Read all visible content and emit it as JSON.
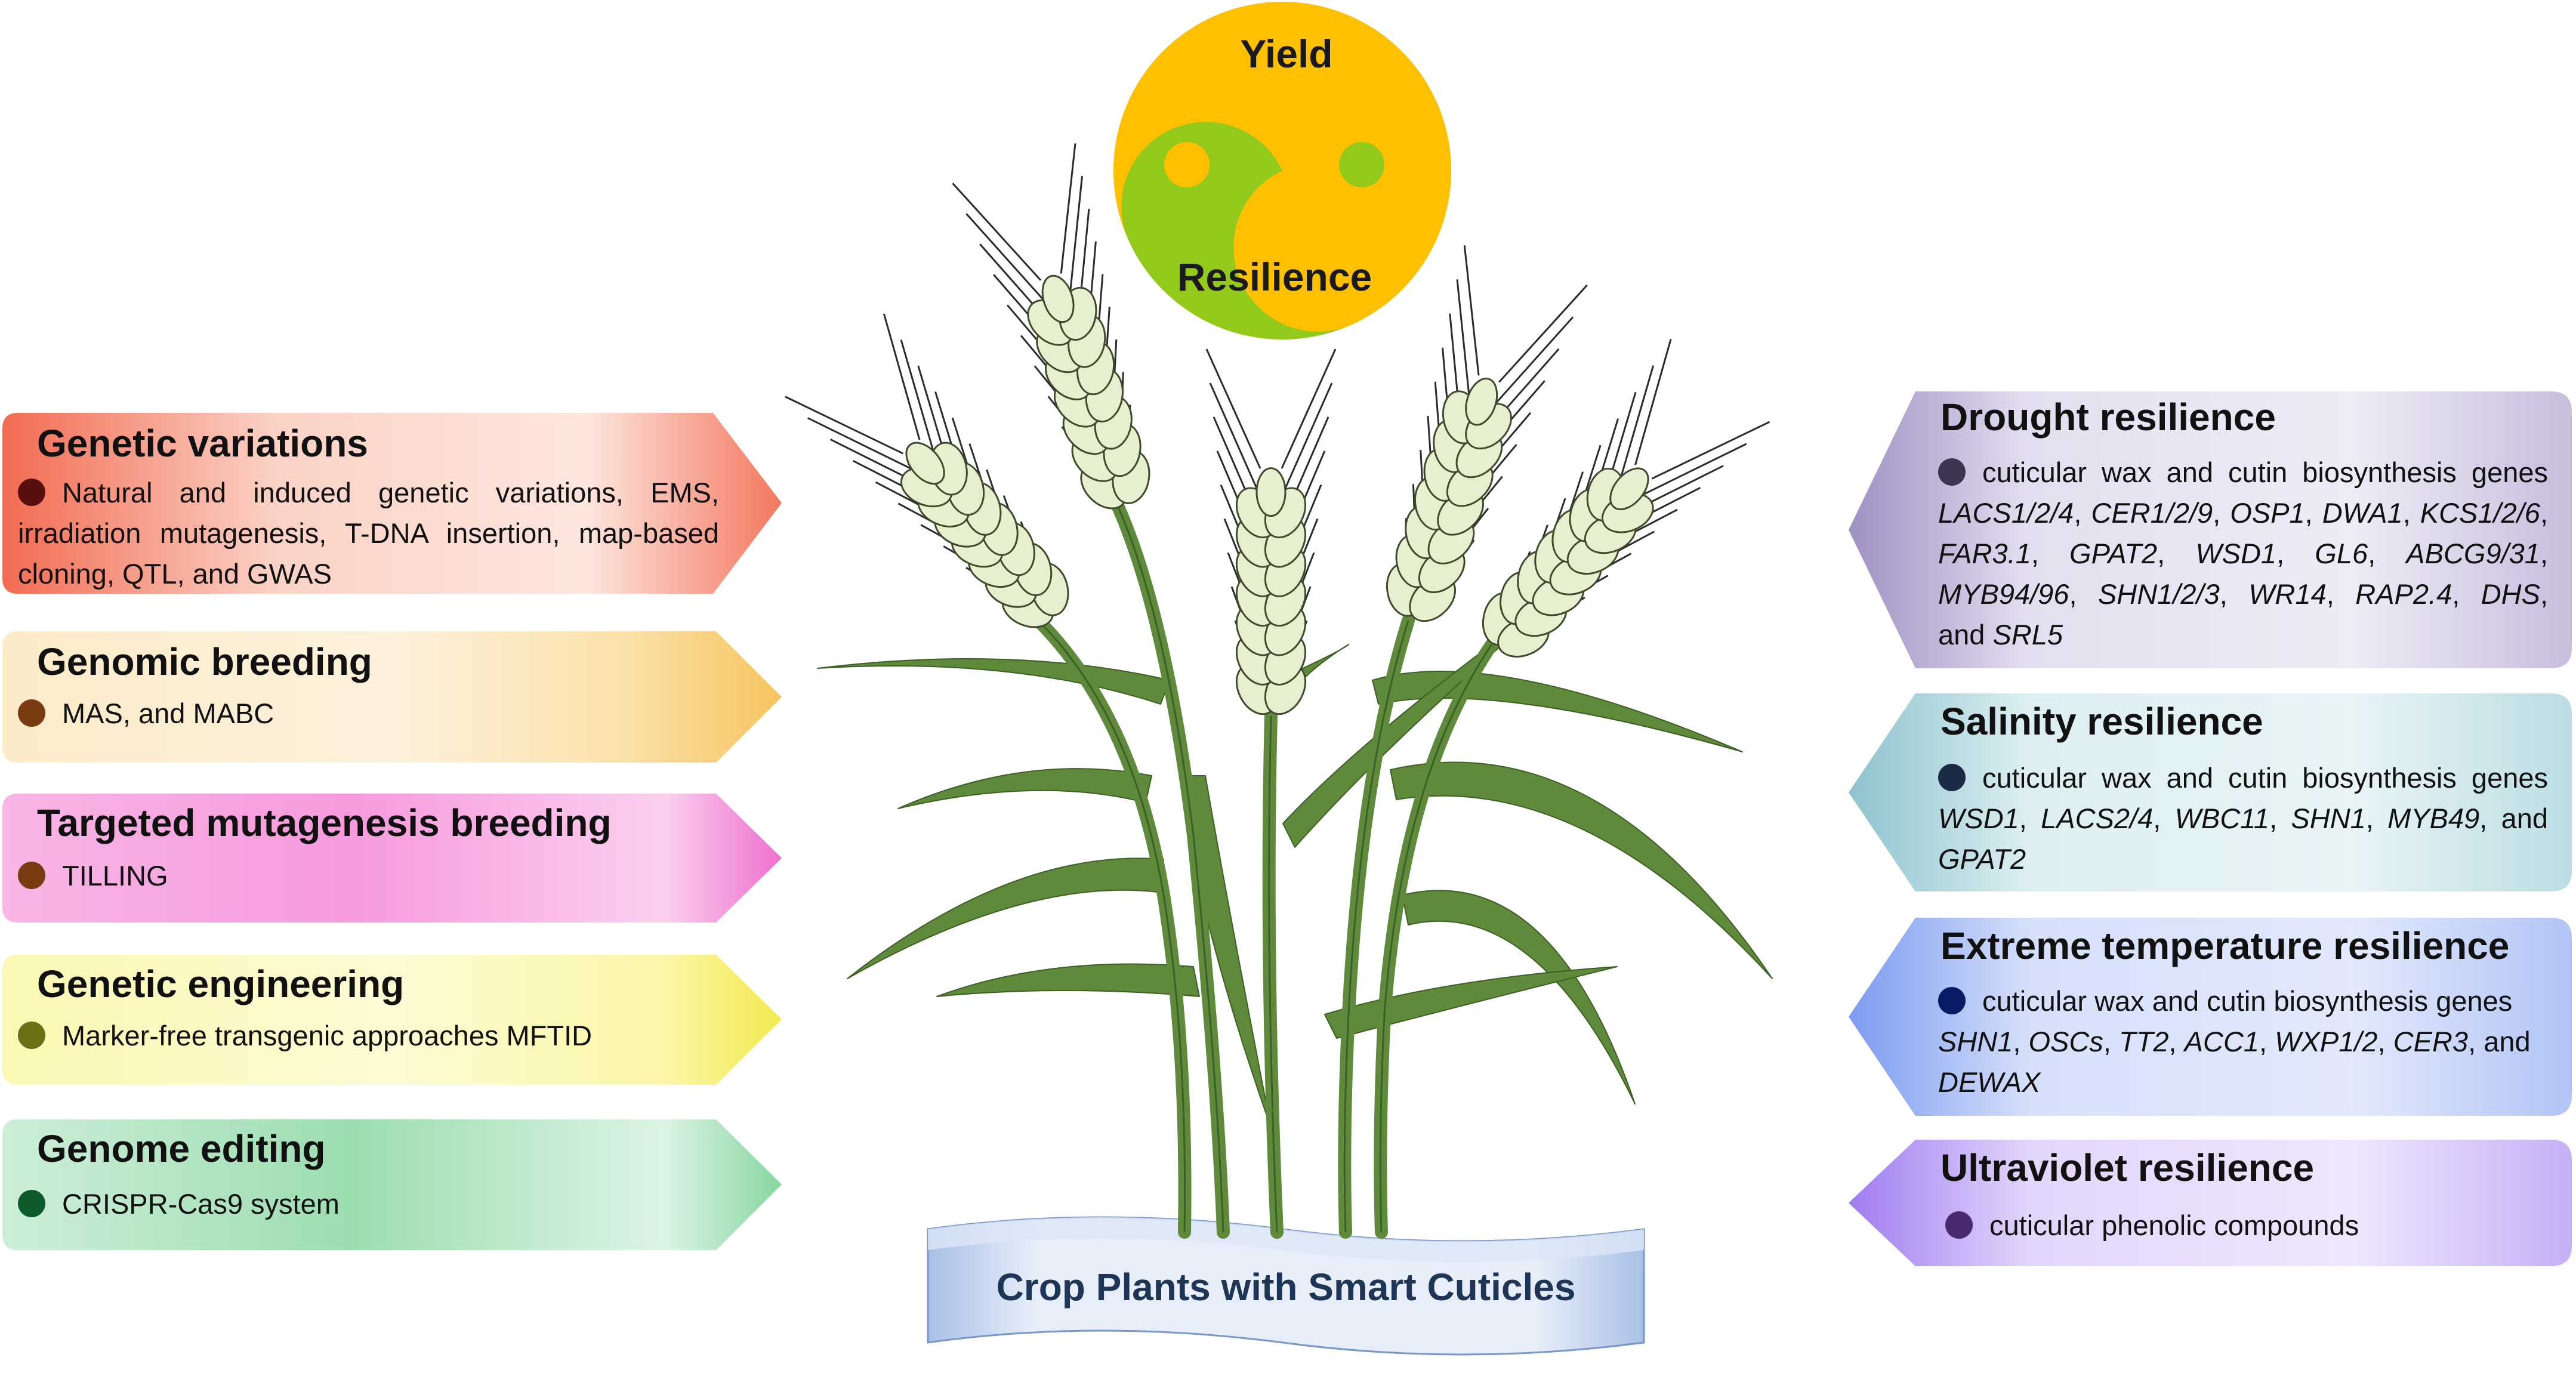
{
  "yinyang": {
    "top_label": "Yield",
    "bottom_label": "Resilience",
    "colors": {
      "yellow": "#FFC000",
      "green": "#92C91A"
    }
  },
  "base": {
    "label": "Crop Plants with Smart Cuticles"
  },
  "left_boxes": [
    {
      "title": "Genetic variations",
      "body": "Natural and induced genetic variations, EMS, irradiation mutagenesis, T-DNA insertion, map-based cloning, QTL, and GWAS",
      "dot_color": "#5A0F0F",
      "color": "#F4836B"
    },
    {
      "title": "Genomic breeding",
      "body": "MAS, and MABC",
      "dot_color": "#7A3A12",
      "color": "#F7C766"
    },
    {
      "title": "Targeted mutagenesis breeding",
      "body": "TILLING",
      "dot_color": "#7A3A12",
      "color": "#F28FD8"
    },
    {
      "title": "Genetic engineering",
      "body": "Marker-free transgenic approaches MFTID",
      "dot_color": "#6E6E14",
      "color": "#F7F07A"
    },
    {
      "title": "Genome editing",
      "body": "CRISPR-Cas9 system",
      "dot_color": "#0F5A2A",
      "color": "#7ED39A"
    }
  ],
  "right_boxes": [
    {
      "title": "Drought resilience",
      "body_segments": [
        {
          "t": "cuticular wax and cutin biosynthesis genes "
        },
        {
          "t": "LACS1/2/4",
          "i": true
        },
        {
          "t": ", "
        },
        {
          "t": "CER1/2/9",
          "i": true
        },
        {
          "t": ", "
        },
        {
          "t": "OSP1",
          "i": true
        },
        {
          "t": ", "
        },
        {
          "t": "DWA1",
          "i": true
        },
        {
          "t": ", "
        },
        {
          "t": "KCS1/2/6",
          "i": true
        },
        {
          "t": ", "
        },
        {
          "t": "FAR3.1",
          "i": true
        },
        {
          "t": ", "
        },
        {
          "t": "GPAT2",
          "i": true
        },
        {
          "t": ", "
        },
        {
          "t": "WSD1",
          "i": true
        },
        {
          "t": ", "
        },
        {
          "t": "GL6",
          "i": true
        },
        {
          "t": ", "
        },
        {
          "t": "ABCG9/31",
          "i": true
        },
        {
          "t": ", "
        },
        {
          "t": "MYB94/96",
          "i": true
        },
        {
          "t": ", "
        },
        {
          "t": "SHN1/2/3",
          "i": true
        },
        {
          "t": ", "
        },
        {
          "t": "WR14",
          "i": true
        },
        {
          "t": ", "
        },
        {
          "t": "RAP2.4",
          "i": true
        },
        {
          "t": ", "
        },
        {
          "t": "DHS",
          "i": true
        },
        {
          "t": ", and "
        },
        {
          "t": "SRL5",
          "i": true
        }
      ],
      "dot_color": "#3E3452",
      "color": "#B4A9CE"
    },
    {
      "title": "Salinity resilience",
      "body_segments": [
        {
          "t": "cuticular wax and cutin biosynthesis genes "
        },
        {
          "t": "WSD1",
          "i": true
        },
        {
          "t": ", "
        },
        {
          "t": "LACS2/4",
          "i": true
        },
        {
          "t": ", "
        },
        {
          "t": "WBC11",
          "i": true
        },
        {
          "t": ", "
        },
        {
          "t": "SHN1",
          "i": true
        },
        {
          "t": ", "
        },
        {
          "t": "MYB49",
          "i": true
        },
        {
          "t": ", and "
        },
        {
          "t": "GPAT2",
          "i": true
        }
      ],
      "dot_color": "#1B2A45",
      "color": "#9CCAD3"
    },
    {
      "title": "Extreme temperature resilience",
      "body_segments": [
        {
          "t": "cuticular wax and cutin biosynthesis genes "
        },
        {
          "t": "SHN1",
          "i": true
        },
        {
          "t": ", "
        },
        {
          "t": "OSCs",
          "i": true
        },
        {
          "t": ", "
        },
        {
          "t": "TT2",
          "i": true
        },
        {
          "t": ", "
        },
        {
          "t": "ACC1",
          "i": true
        },
        {
          "t": ", "
        },
        {
          "t": "WXP1/2",
          "i": true
        },
        {
          "t": ", "
        },
        {
          "t": "CER3",
          "i": true
        },
        {
          "t": ", and "
        },
        {
          "t": "DEWAX",
          "i": true
        }
      ],
      "dot_color": "#0B1A66",
      "color": "#93AEF2"
    },
    {
      "title": "Ultraviolet resilience",
      "body_segments": [
        {
          "t": "cuticular phenolic compounds"
        }
      ],
      "dot_color": "#4A2A6E",
      "color": "#B79AF2"
    }
  ]
}
